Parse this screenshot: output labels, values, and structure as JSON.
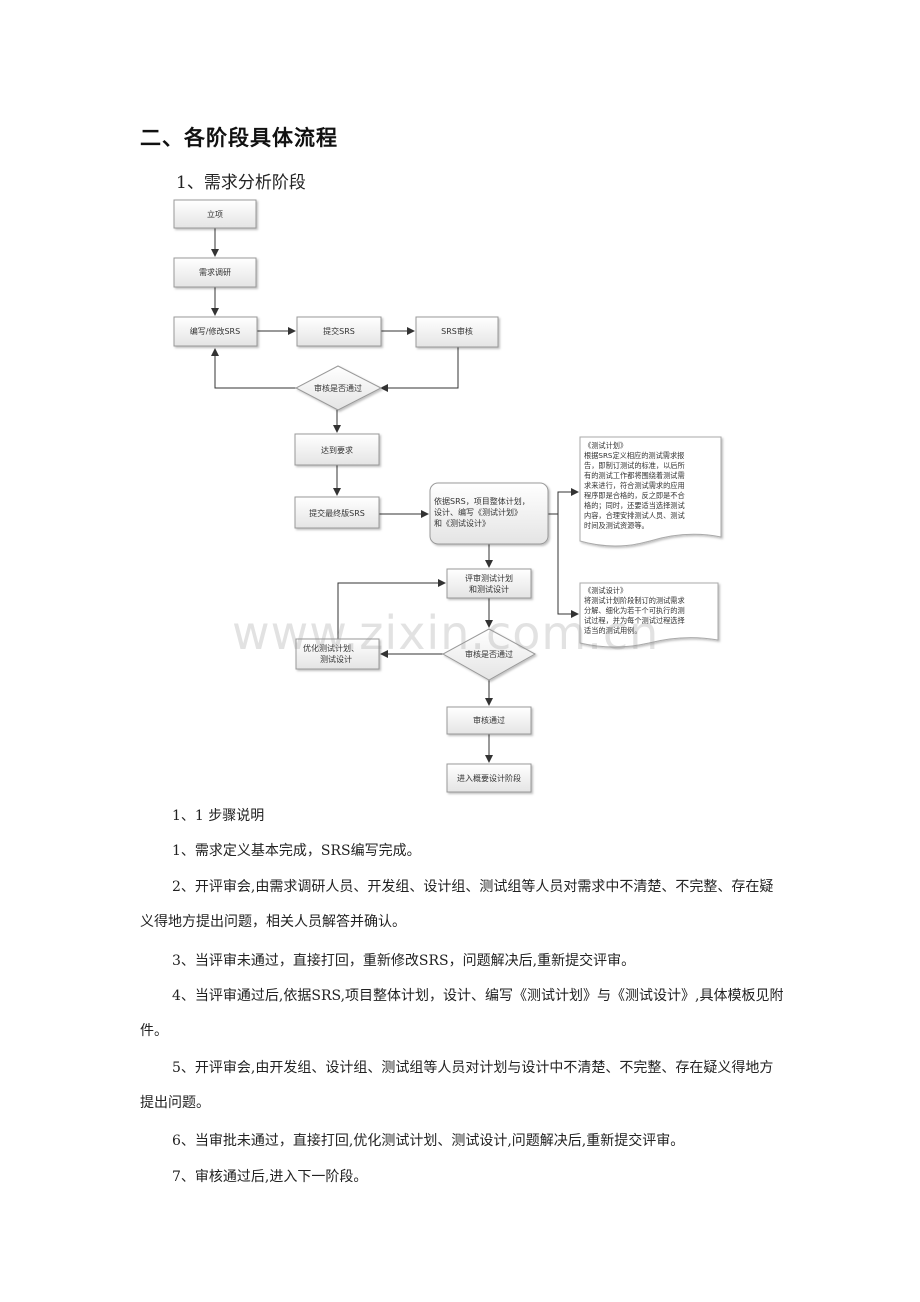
{
  "heading": "二、各阶段具体流程",
  "subheading": "1、需求分析阶段",
  "flowchart": {
    "nodes": {
      "lixiang": "立项",
      "xuqiu_diaoyan": "需求调研",
      "bianxie": "编写/修改SRS",
      "tijiao": "提交SRS",
      "srs_shenhe": "SRS审核",
      "decision1": "审核是否通过",
      "dadao": "达到要求",
      "tijiao_final": "提交最终版SRS",
      "plan_lines": [
        "依据SRS，项目整体计划，",
        "设计、编写《测试计划》",
        "和《测试设计》"
      ],
      "review_lines": [
        "评审测试计划",
        "和测试设计"
      ],
      "optimize_lines": [
        "优化测试计划、",
        "测试设计"
      ],
      "decision2": "审核是否通过",
      "pass": "审核通过",
      "next": "进入概要设计阶段"
    },
    "note_plan": [
      "《测试计划》",
      "根据SRS定义相应的测试需求报",
      "告，即制订测试的标准，以后所",
      "有的测试工作都将围绕着测试需",
      "求来进行，符合测试需求的应用",
      "程序即是合格的，反之即是不合",
      "格的；同时，还要适当选择测试",
      "内容，合理安排测试人员、测试",
      "时间及测试资源等。"
    ],
    "note_design": [
      "《测试设计》",
      "将测试计划阶段制订的测试需求",
      "分解、细化为若干个可执行的测",
      "试过程，并为每个测试过程选择",
      "适当的测试用例。"
    ]
  },
  "watermark": "www.zixin.com.cn",
  "steps": {
    "title": "1、1 步骤说明",
    "s1": "1、需求定义基本完成，SRS编写完成。",
    "s2": "2、开评审会,由需求调研人员、开发组、设计组、测试组等人员对需求中不清楚、不完整、存在疑义得地方提出问题，相关人员解答并确认。",
    "s3": "3、当评审未通过，直接打回，重新修改SRS，问题解决后,重新提交评审。",
    "s4": "4、当评审通过后,依据SRS,项目整体计划，设计、编写《测试计划》与《测试设计》,具体模板见附件。",
    "s5": "5、开评审会,由开发组、设计组、测试组等人员对计划与设计中不清楚、不完整、存在疑义得地方提出问题。",
    "s6": "6、当审批未通过，直接打回,优化测试计划、测试设计,问题解决后,重新提交评审。",
    "s7": "7、审核通过后,进入下一阶段。"
  }
}
